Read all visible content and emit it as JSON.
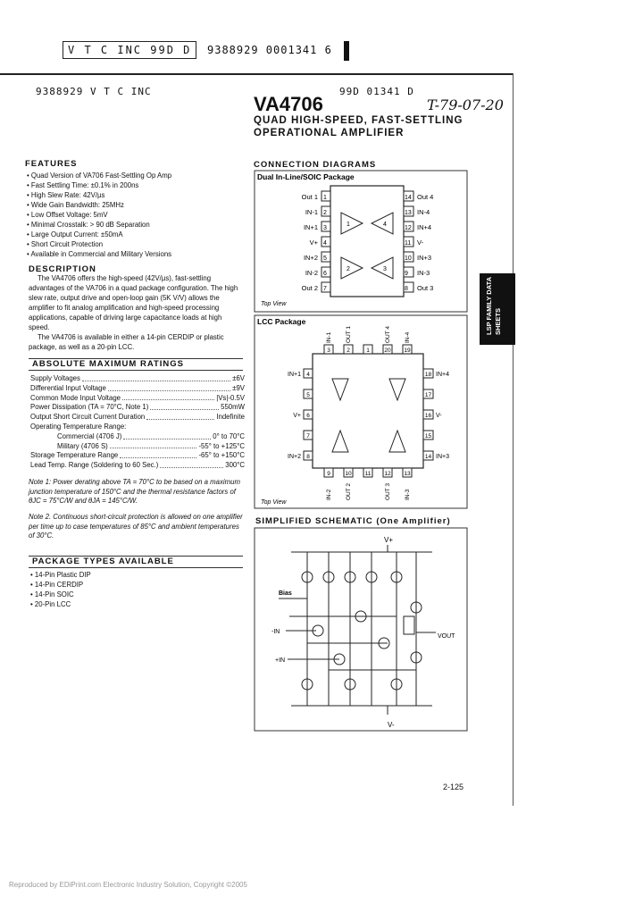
{
  "header": {
    "line1": "V T C INC 99D D",
    "line2": "9388929 0001341 6",
    "line3": "9388929 V T C INC",
    "line3b": "99D 01341   D",
    "handwritten": "T-79-07-20"
  },
  "title": "VA4706",
  "subtitle_line1": "QUAD HIGH-SPEED, FAST-SETTLING",
  "subtitle_line2": "OPERATIONAL AMPLIFIER",
  "features": {
    "heading": "FEATURES",
    "items": [
      "Quad Version of VA706 Fast-Settling Op Amp",
      "Fast Settling Time: ±0.1% in 200ns",
      "High Slew Rate: 42V/µs",
      "Wide Gain Bandwidth: 25MHz",
      "Low Offset Voltage: 5mV",
      "Minimal Crosstalk: > 90 dB Separation",
      "Large Output Current: ±50mA",
      "Short Circuit Protection",
      "Available in Commercial and Military Versions"
    ]
  },
  "description": {
    "heading": "DESCRIPTION",
    "p1": "The VA4706 offers the high-speed (42V/µs), fast-settling advantages of the VA706 in a quad package configuration. The high slew rate, output drive and open-loop gain (5K V/V) allows the amplifier to fit analog amplification and high-speed processing applications, capable of driving large capacitance loads at high speed.",
    "p2": "The VA4706 is available in either a 14-pin CERDIP or plastic package, as well as a 20-pin LCC."
  },
  "ratings": {
    "heading": "ABSOLUTE MAXIMUM RATINGS",
    "rows": [
      {
        "label": "Supply Voltages",
        "value": "±6V"
      },
      {
        "label": "Differential Input Voltage",
        "value": "±9V"
      },
      {
        "label": "Common Mode Input Voltage",
        "value": "|Vs|-0.5V"
      },
      {
        "label": "Power Dissipation (TA = 70°C, Note 1)",
        "value": "550mW"
      },
      {
        "label": "Output Short Circuit Current Duration",
        "value": "Indefinite"
      },
      {
        "label": "Operating Temperature Range:",
        "value": ""
      },
      {
        "label": "    Commercial (4706 J)",
        "value": "0° to 70°C"
      },
      {
        "label": "    Military (4706 S)",
        "value": "-55° to +125°C"
      },
      {
        "label": "Storage Temperature Range",
        "value": "-65° to +150°C"
      },
      {
        "label": "Lead Temp. Range (Soldering to 60 Sec.)",
        "value": "300°C"
      }
    ]
  },
  "notes": {
    "note1": "Note 1: Power derating above TA = 70°C to be based on a maximum junction temperature of 150°C and the thermal resistance factors of θJC = 75°C/W and θJA = 145°C/W.",
    "note2": "Note 2. Continuous short-circuit protection is allowed on one amplifier per time up to case temperatures of 85°C and ambient temperatures of 30°C."
  },
  "packages": {
    "heading": "PACKAGE TYPES AVAILABLE",
    "items": [
      "14-Pin Plastic DIP",
      "14-Pin CERDIP",
      "14-Pin SOIC",
      "20-Pin LCC"
    ]
  },
  "connection": {
    "heading": "CONNECTION DIAGRAMS",
    "dip_title": "Dual In-Line/SOIC Package",
    "dip_left": [
      {
        "name": "Out 1",
        "num": "1"
      },
      {
        "name": "IN-1",
        "num": "2"
      },
      {
        "name": "IN+1",
        "num": "3"
      },
      {
        "name": "V+",
        "num": "4"
      },
      {
        "name": "IN+2",
        "num": "5"
      },
      {
        "name": "IN-2",
        "num": "6"
      },
      {
        "name": "Out 2",
        "num": "7"
      }
    ],
    "dip_right": [
      {
        "name": "Out 4",
        "num": "14"
      },
      {
        "name": "IN-4",
        "num": "13"
      },
      {
        "name": "IN+4",
        "num": "12"
      },
      {
        "name": "V-",
        "num": "11"
      },
      {
        "name": "IN+3",
        "num": "10"
      },
      {
        "name": "IN-3",
        "num": "9"
      },
      {
        "name": "Out 3",
        "num": "8"
      }
    ],
    "top_view": "Top View",
    "lcc_title": "LCC Package",
    "lcc_top": [
      {
        "name": "IN-1",
        "num": "3"
      },
      {
        "name": "OUT 1",
        "num": "2"
      },
      {
        "name": "",
        "num": "1"
      },
      {
        "name": "OUT 4",
        "num": "20"
      },
      {
        "name": "IN-4",
        "num": "19"
      }
    ],
    "lcc_left": [
      {
        "name": "IN+1",
        "num": "4"
      },
      {
        "name": "",
        "num": "5"
      },
      {
        "name": "V+",
        "num": "6"
      },
      {
        "name": "",
        "num": "7"
      },
      {
        "name": "IN+2",
        "num": "8"
      }
    ],
    "lcc_right": [
      {
        "name": "IN+4",
        "num": "18"
      },
      {
        "name": "",
        "num": "17"
      },
      {
        "name": "V-",
        "num": "16"
      },
      {
        "name": "",
        "num": "15"
      },
      {
        "name": "IN+3",
        "num": "14"
      }
    ],
    "lcc_bottom": [
      {
        "name": "IN-2",
        "num": "9"
      },
      {
        "name": "OUT 2",
        "num": "10"
      },
      {
        "name": "",
        "num": "11"
      },
      {
        "name": "OUT 3",
        "num": "12"
      },
      {
        "name": "IN-3",
        "num": "13"
      }
    ],
    "amp_labels": [
      "1",
      "4",
      "2",
      "3"
    ]
  },
  "schematic": {
    "heading": "SIMPLIFIED SCHEMATIC (One Amplifier)",
    "vplus": "V+",
    "vminus": "V-",
    "bias": "Bias",
    "in_minus": "-IN",
    "in_plus": "+IN",
    "vout": "VOUT"
  },
  "side_tab": {
    "line1": "LSP FAMILY DATA",
    "line2": "SHEETS"
  },
  "page_number": "2-125",
  "footer": "Reproduced by EDiPrint.com  Electronic Industry Solution, Copyright ©2005"
}
